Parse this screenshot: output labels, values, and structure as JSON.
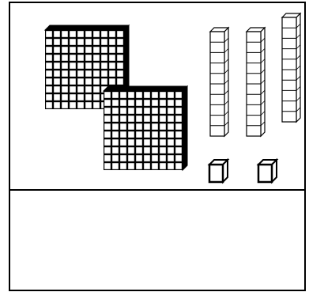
{
  "diagram": {
    "subject": "base-ten blocks",
    "counts": {
      "hundreds_flats": 2,
      "tens_rods": 3,
      "ones_units": 2
    },
    "rod_length": 10,
    "flat_grid": [
      10,
      10
    ],
    "answer_box": {
      "text": ""
    },
    "colors": {
      "stroke": "#000000",
      "fill": "#ffffff"
    }
  }
}
